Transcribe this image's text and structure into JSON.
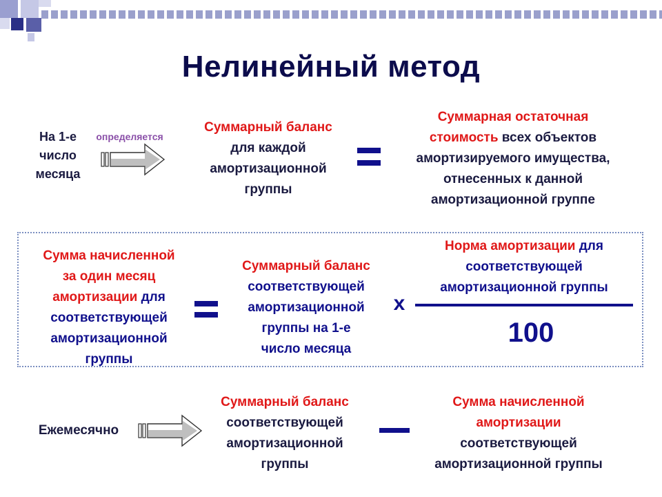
{
  "title": "Нелинейный метод",
  "row1": {
    "left": [
      "На 1-е",
      "число",
      "месяца"
    ],
    "arrow_label": "определяется",
    "middle": [
      [
        {
          "t": "Суммарный баланс",
          "c": "red"
        }
      ],
      [
        {
          "t": "для каждой",
          "c": "dark"
        }
      ],
      [
        {
          "t": "амортизационной",
          "c": "dark"
        }
      ],
      [
        {
          "t": "группы",
          "c": "dark"
        }
      ]
    ],
    "right": [
      [
        {
          "t": "Суммарная остаточная",
          "c": "red"
        }
      ],
      [
        {
          "t": "стоимость",
          "c": "red"
        },
        {
          "t": " всех объектов",
          "c": "dark"
        }
      ],
      [
        {
          "t": "амортизируемого имущества,",
          "c": "dark"
        }
      ],
      [
        {
          "t": "отнесенных к данной",
          "c": "dark"
        }
      ],
      [
        {
          "t": "амортизационной группе",
          "c": "dark"
        }
      ]
    ]
  },
  "row2": {
    "left": [
      [
        {
          "t": "Сумма начисленной",
          "c": "red"
        }
      ],
      [
        {
          "t": "за один месяц",
          "c": "red"
        }
      ],
      [
        {
          "t": "амортизации",
          "c": "red"
        },
        {
          "t": " для",
          "c": "blue"
        }
      ],
      [
        {
          "t": "соответствующей",
          "c": "blue"
        }
      ],
      [
        {
          "t": "амортизационной",
          "c": "blue"
        }
      ],
      [
        {
          "t": "группы",
          "c": "blue"
        }
      ]
    ],
    "middle": [
      [
        {
          "t": "Суммарный баланс",
          "c": "red"
        }
      ],
      [
        {
          "t": "соответствующей",
          "c": "blue"
        }
      ],
      [
        {
          "t": "амортизационной",
          "c": "blue"
        }
      ],
      [
        {
          "t": "группы на 1-е",
          "c": "blue"
        }
      ],
      [
        {
          "t": "число месяца",
          "c": "blue"
        }
      ]
    ],
    "multiply": "x",
    "numerator": [
      [
        {
          "t": "Норма амортизации",
          "c": "red"
        },
        {
          "t": " для",
          "c": "blue"
        }
      ],
      [
        {
          "t": "соответствующей",
          "c": "blue"
        }
      ],
      [
        {
          "t": "амортизационной группы",
          "c": "blue"
        }
      ]
    ],
    "denominator": "100"
  },
  "row3": {
    "left": "Ежемесячно",
    "middle": [
      [
        {
          "t": "Суммарный баланс",
          "c": "red"
        }
      ],
      [
        {
          "t": "соответствующей",
          "c": "dark"
        }
      ],
      [
        {
          "t": "амортизационной",
          "c": "dark"
        }
      ],
      [
        {
          "t": "группы",
          "c": "dark"
        }
      ]
    ],
    "right": [
      [
        {
          "t": "Сумма начисленной",
          "c": "red"
        }
      ],
      [
        {
          "t": "амортизации",
          "c": "red"
        }
      ],
      [
        {
          "t": "соответствующей",
          "c": "dark"
        }
      ],
      [
        {
          "t": "амортизационной группы",
          "c": "dark"
        }
      ]
    ]
  },
  "colors": {
    "accent_blue": "#10108c",
    "accent_red": "#e01818",
    "title": "#0c0c4c",
    "corner_squares": [
      "#9a9fd0",
      "#5a5fa8",
      "#c5c8e6",
      "#2a2f86"
    ]
  }
}
